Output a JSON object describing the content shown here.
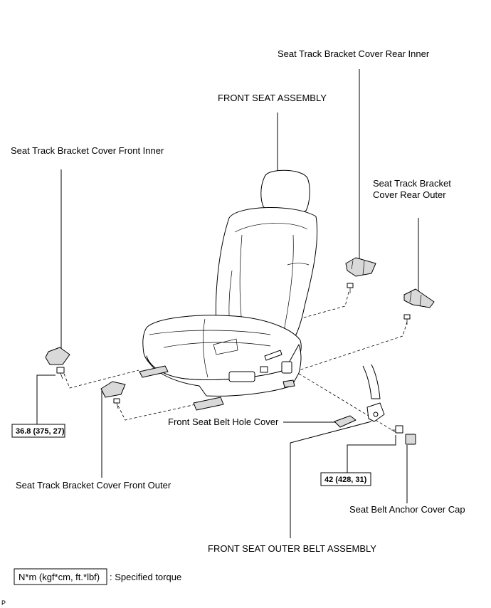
{
  "labels": {
    "rear_inner": "Seat Track Bracket Cover Rear Inner",
    "front_seat_assembly": "FRONT SEAT ASSEMBLY",
    "front_inner": "Seat Track Bracket Cover Front Inner",
    "rear_outer_line1": "Seat Track Bracket",
    "rear_outer_line2": "Cover Rear Outer",
    "hole_cover": "Front Seat Belt Hole Cover",
    "front_outer": "Seat Track Bracket Cover Front Outer",
    "anchor_cap": "Seat Belt Anchor Cover Cap",
    "outer_belt": "FRONT SEAT OUTER BELT ASSEMBLY"
  },
  "torques": {
    "front_inner_bolt": "36.8 (375, 27)",
    "anchor_bolt": "42 (428, 31)"
  },
  "legend": {
    "unit_box": "N*m (kgf*cm, ft.*lbf)",
    "description": ": Specified torque"
  },
  "corner_mark": "P"
}
